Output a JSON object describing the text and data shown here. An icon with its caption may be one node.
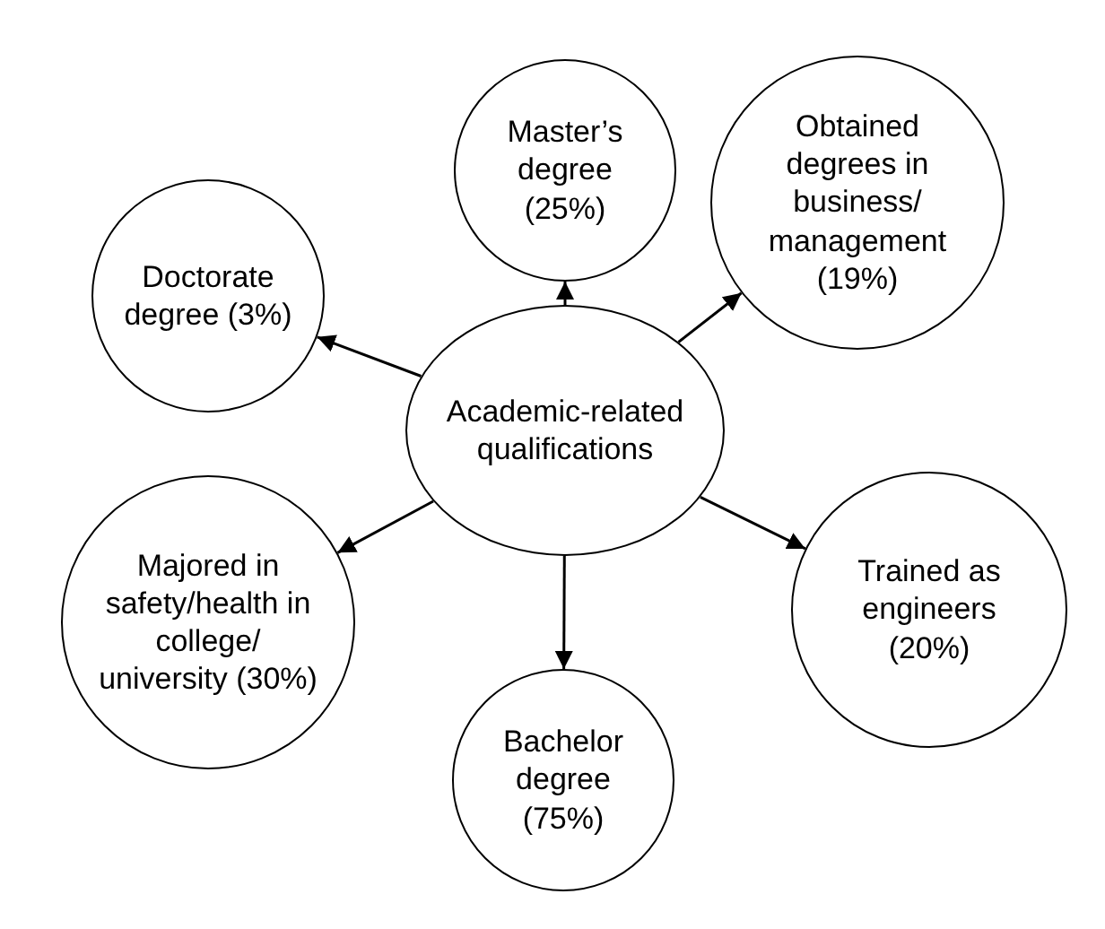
{
  "diagram": {
    "nodes": [
      {
        "text": [
          "Master’s degree (25%)"
        ]
      },
      {
        "text": [
          "Obtained degrees in business/ management (19%)"
        ]
      },
      {
        "text": [
          "Doctorate degree (3%)"
        ]
      },
      {
        "text": [
          "Academic-related qualifications"
        ]
      },
      {
        "text": [
          "Trained as engineers (20%)"
        ]
      },
      {
        "text": [
          "Majored in safety/health in college/ university (30%)"
        ]
      },
      {
        "text": [
          "Bachelor degree (75%)"
        ]
      }
    ],
    "edges": [
      {
        "from": 3,
        "to": 0,
        "arrow": "to"
      },
      {
        "from": 3,
        "to": 1,
        "arrow": "to"
      },
      {
        "from": 3,
        "to": 2,
        "arrow": "to"
      },
      {
        "from": 3,
        "to": 4,
        "arrow": "to"
      },
      {
        "from": 3,
        "to": 5,
        "arrow": "to"
      },
      {
        "from": 3,
        "to": 6,
        "arrow": "to"
      }
    ]
  }
}
